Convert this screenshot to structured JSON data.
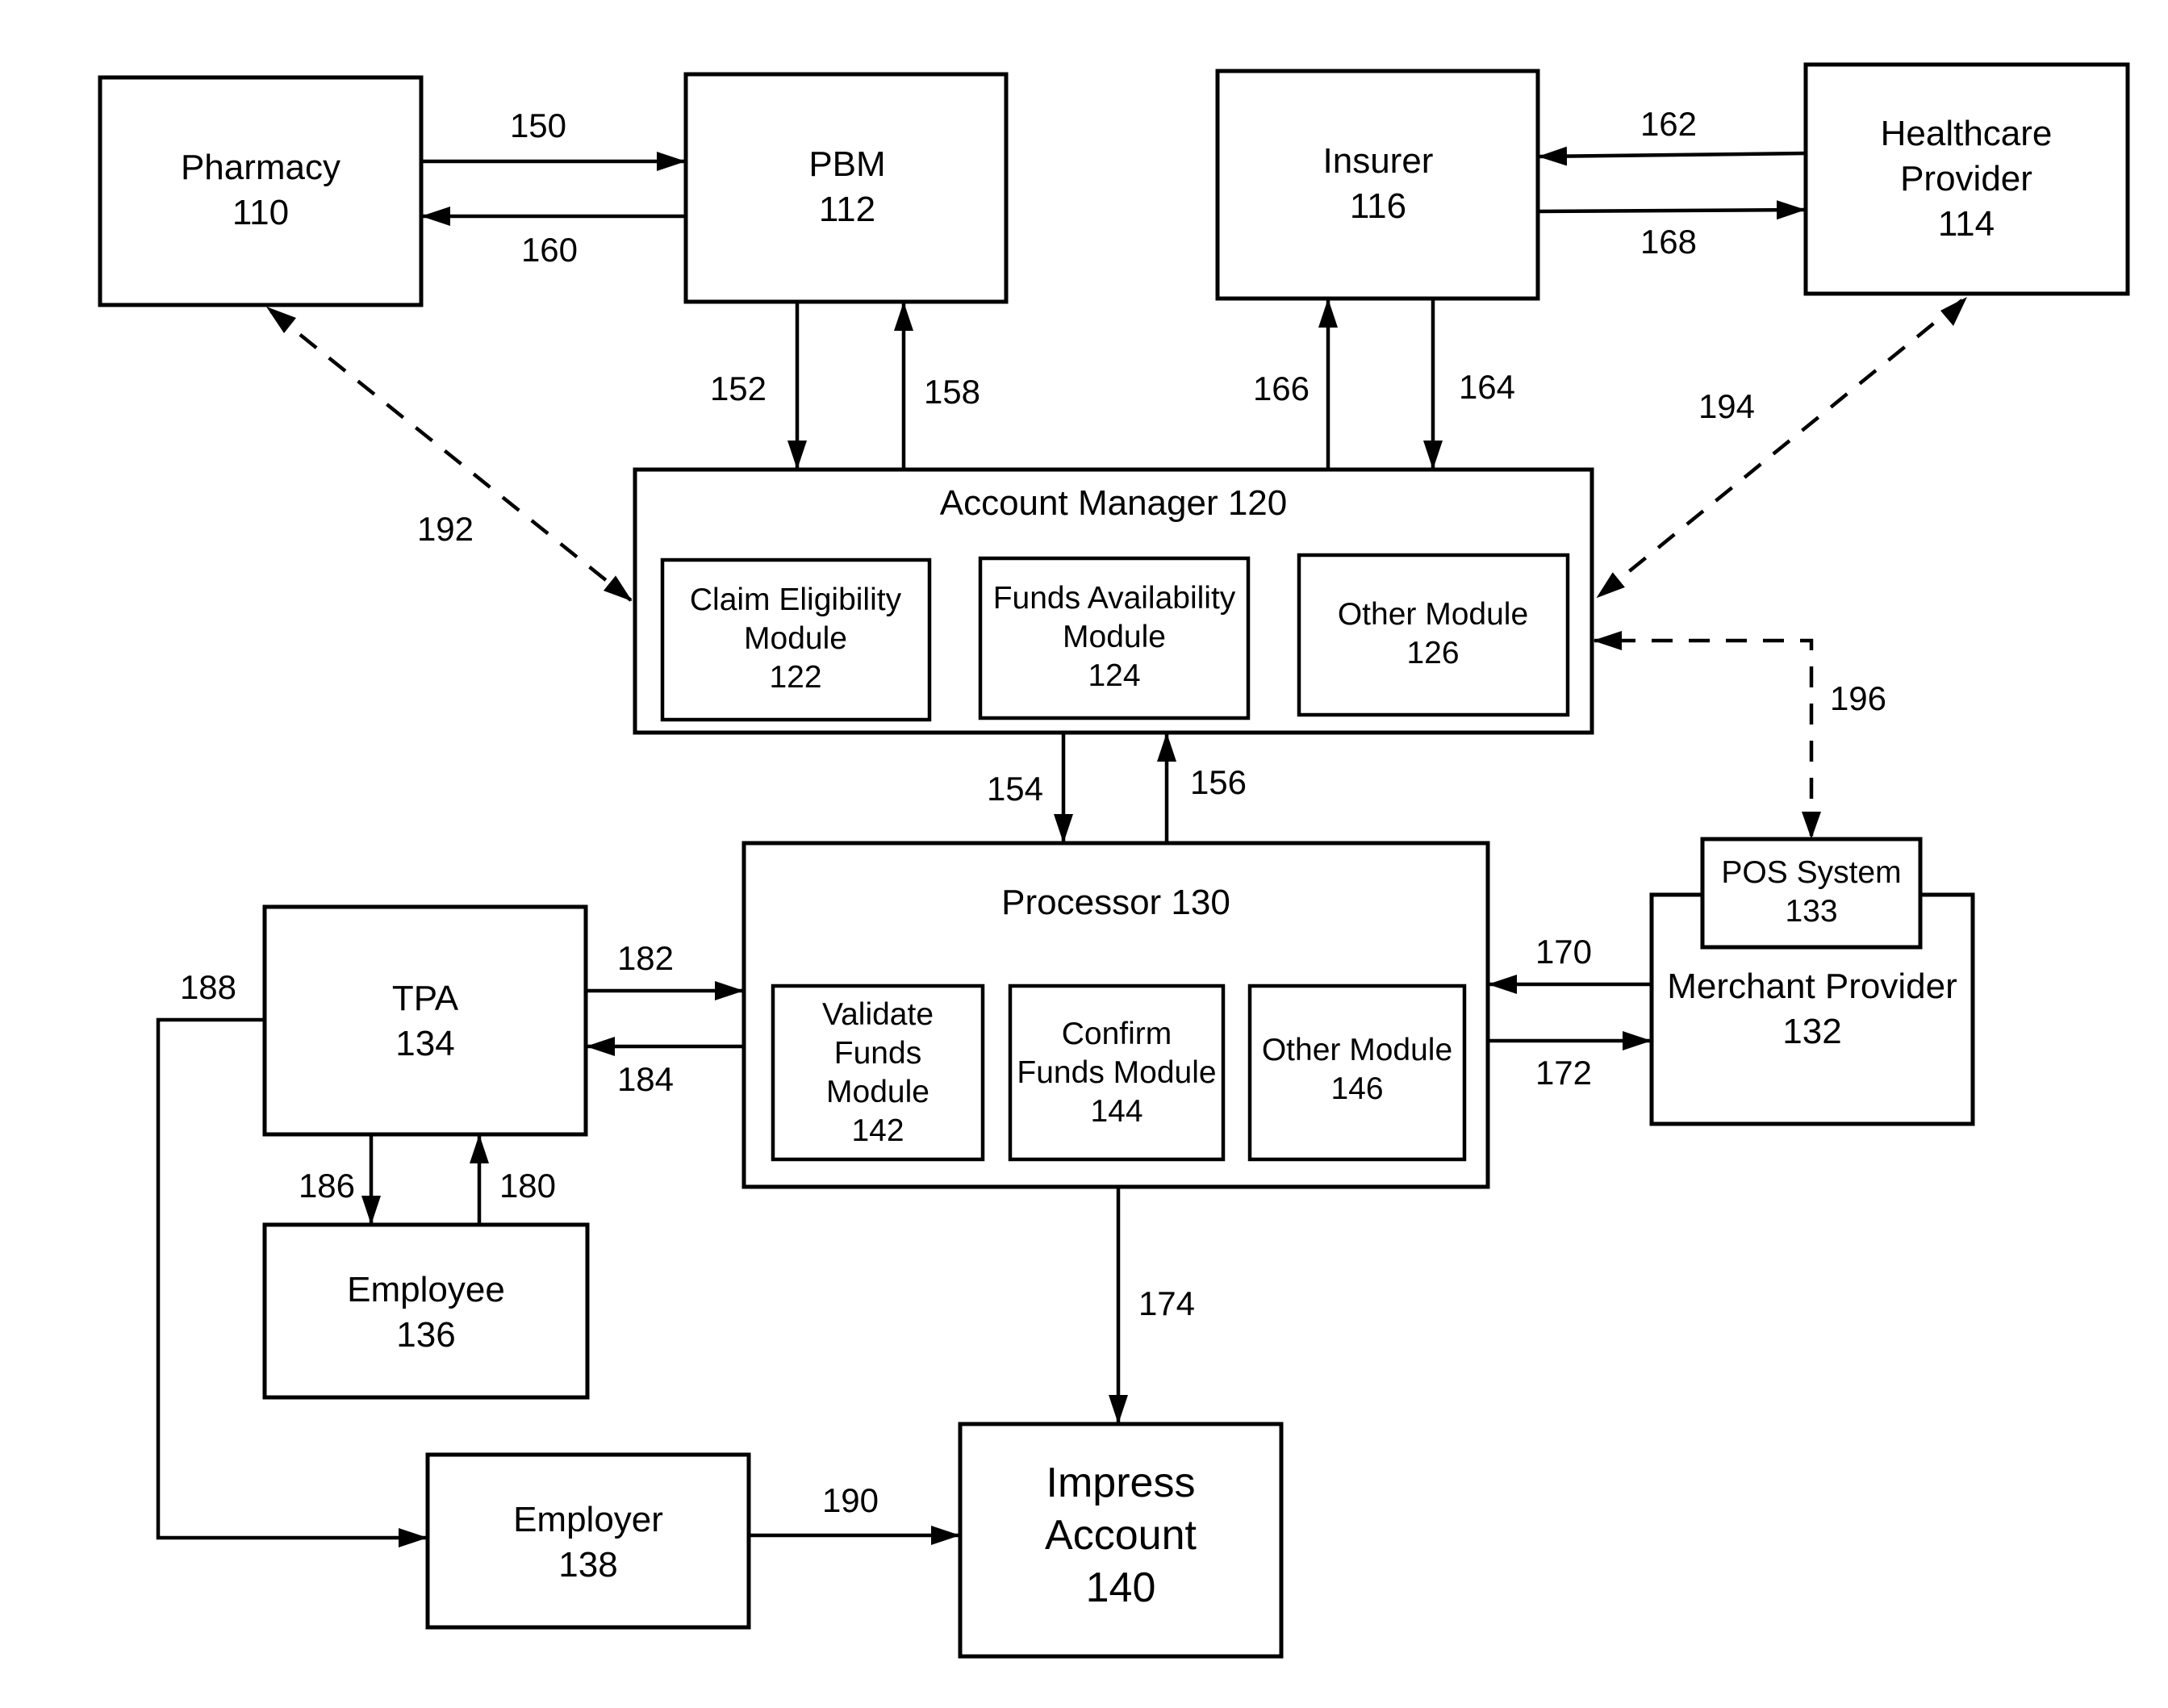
{
  "nodes": {
    "pharmacy": [
      "Pharmacy",
      "110"
    ],
    "pbm": [
      "PBM",
      "112"
    ],
    "insurer": [
      "Insurer",
      "116"
    ],
    "healthcare_provider": [
      "Healthcare",
      "Provider",
      "114"
    ],
    "account_manager": [
      "Account Manager 120"
    ],
    "claim_eligibility": [
      "Claim Eligibility",
      "Module",
      "122"
    ],
    "funds_availability": [
      "Funds Availability",
      "Module",
      "124"
    ],
    "other_module_126": [
      "Other Module",
      "126"
    ],
    "processor": [
      "Processor 130"
    ],
    "validate_funds": [
      "Validate",
      "Funds",
      "Module",
      "142"
    ],
    "confirm_funds": [
      "Confirm",
      "Funds Module",
      "144"
    ],
    "other_module_146": [
      "Other Module",
      "146"
    ],
    "pos_system": [
      "POS System",
      "133"
    ],
    "merchant_provider": [
      "Merchant Provider",
      "132"
    ],
    "tpa": [
      "TPA",
      "134"
    ],
    "employee": [
      "Employee",
      "136"
    ],
    "employer": [
      "Employer",
      "138"
    ],
    "impress_account": [
      "Impress",
      "Account",
      "140"
    ]
  },
  "edges": {
    "e150": "150",
    "e160": "160",
    "e152": "152",
    "e158": "158",
    "e162": "162",
    "e168": "168",
    "e166": "166",
    "e164": "164",
    "e192": "192",
    "e194": "194",
    "e196": "196",
    "e154": "154",
    "e156": "156",
    "e182": "182",
    "e184": "184",
    "e170": "170",
    "e172": "172",
    "e188": "188",
    "e186": "186",
    "e180": "180",
    "e174": "174",
    "e190": "190"
  }
}
